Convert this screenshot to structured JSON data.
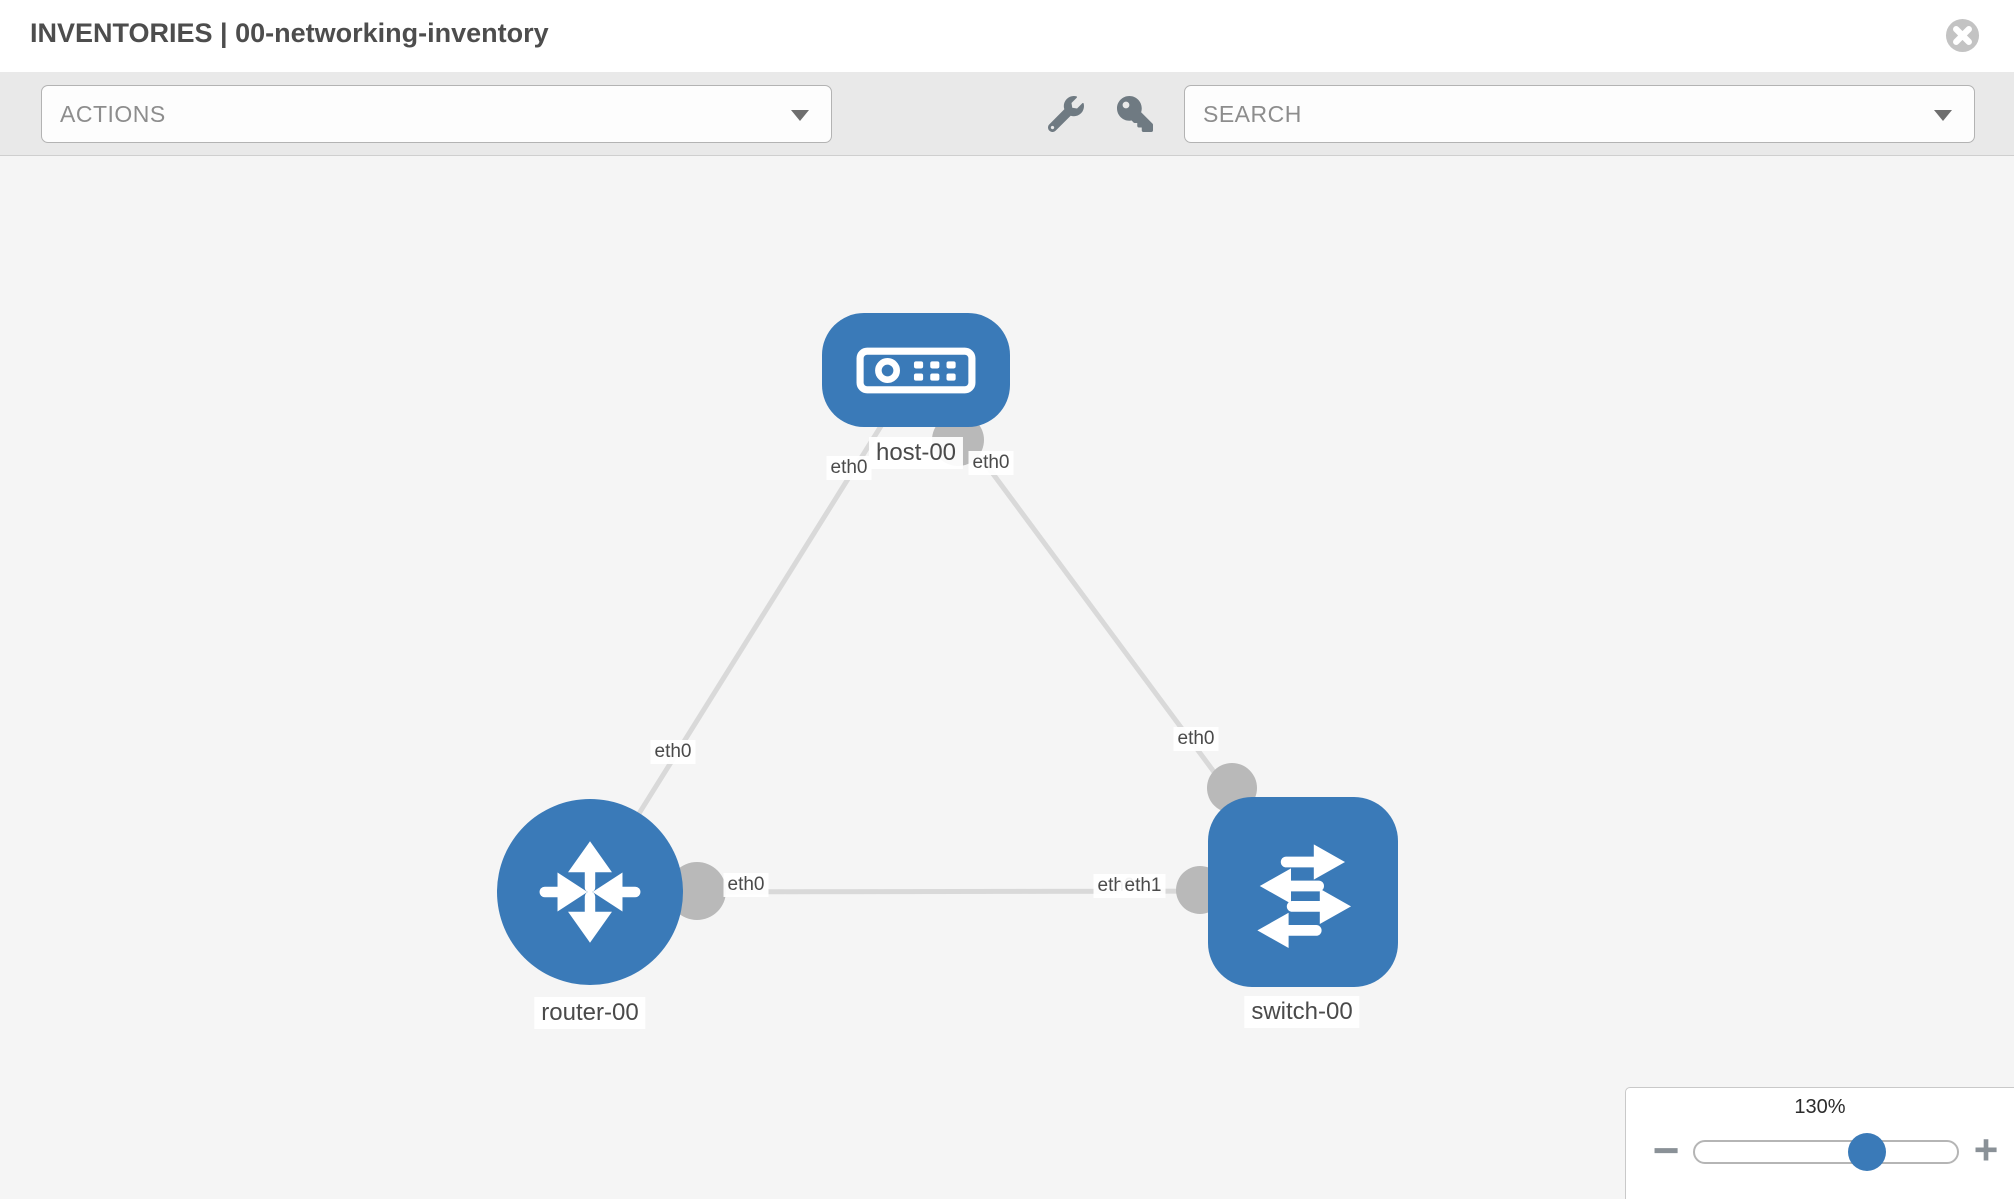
{
  "header": {
    "title": "INVENTORIES | 00-networking-inventory"
  },
  "toolbar": {
    "actions_placeholder": "ACTIONS",
    "search_placeholder": "SEARCH"
  },
  "topology": {
    "nodes": [
      {
        "label": "host-00",
        "type": "host"
      },
      {
        "label": "router-00",
        "type": "router"
      },
      {
        "label": "switch-00",
        "type": "switch"
      }
    ],
    "links": [
      {
        "from": "host-00",
        "from_iface": "eth0",
        "to": "router-00",
        "to_iface": "eth0"
      },
      {
        "from": "host-00",
        "from_iface": "eth0",
        "to": "switch-00",
        "to_iface": "eth0"
      },
      {
        "from": "router-00",
        "from_iface": "eth0",
        "to": "switch-00",
        "to_iface": "eth1"
      }
    ],
    "iface_labels": {
      "host_left": "eth0",
      "host_right": "eth0",
      "link_host_router": "eth0",
      "link_host_switch": "eth0",
      "link_mid_left": "eth0",
      "link_mid_right_back": "eth0",
      "link_mid_right_front": "eth1"
    }
  },
  "zoom_control": {
    "level": "130%",
    "minus_label": "−",
    "plus_label": "+"
  },
  "colors": {
    "node_blue": "#3a7ab8",
    "link_gray": "#d9d9d9",
    "port_gray": "#b9b9b9",
    "toolbar_gray": "#e9e9e9",
    "canvas_gray": "#f5f5f5"
  }
}
